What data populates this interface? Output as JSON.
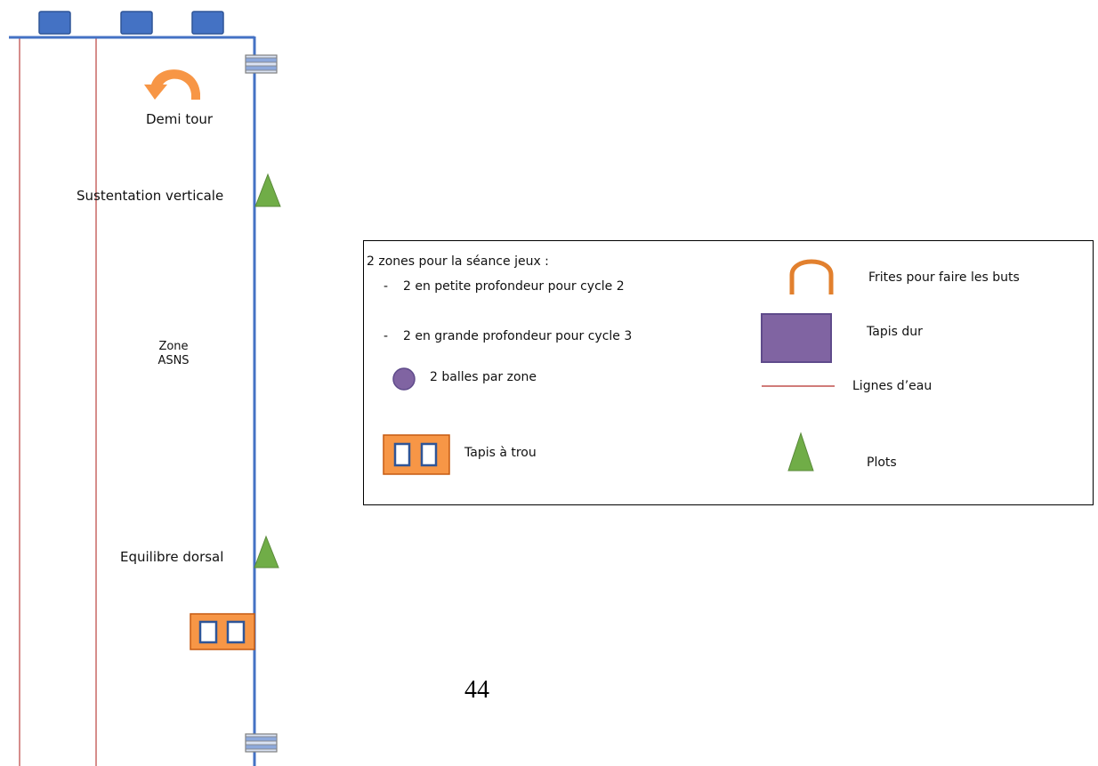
{
  "pool": {
    "annotations": {
      "demi_tour": "Demi tour",
      "sustentation": "Sustentation verticale",
      "zone_line1": "Zone",
      "zone_line2": "ASNS",
      "equilibre": "Equilibre dorsal"
    },
    "colors": {
      "wall": "#4472C4",
      "lane_line": "#C0504D",
      "block": "#4472C4",
      "ladder": "#8EA9DB",
      "arrow": "#F79646",
      "cone": "#70AD47",
      "mat_hole": "#F79646"
    }
  },
  "legend": {
    "heading": "2 zones pour la séance jeux :",
    "item_small_dash": "-",
    "item_small": "2 en petite profondeur pour cycle 2",
    "item_deep_dash": "-",
    "item_deep": "2 en grande profondeur pour cycle 3",
    "balls": "2 balles par zone",
    "mat_hole": "Tapis à trou",
    "frites": "Frites pour faire les buts",
    "mat_hard": "Tapis dur",
    "lanes": "Lignes d’eau",
    "plots": "Plots",
    "icons": {
      "ball": "purple-circle",
      "mat_hole": "orange-mat-with-two-holes",
      "frites": "orange-arch",
      "mat_hard": "purple-rectangle",
      "lanes": "red-line",
      "plots": "green-triangle"
    },
    "colors": {
      "ball": "#8064A2",
      "frites": "#E2802E",
      "mat_hard": "#8064A2",
      "lane": "#C0504D",
      "plot": "#70AD47"
    }
  },
  "page_number": "44"
}
